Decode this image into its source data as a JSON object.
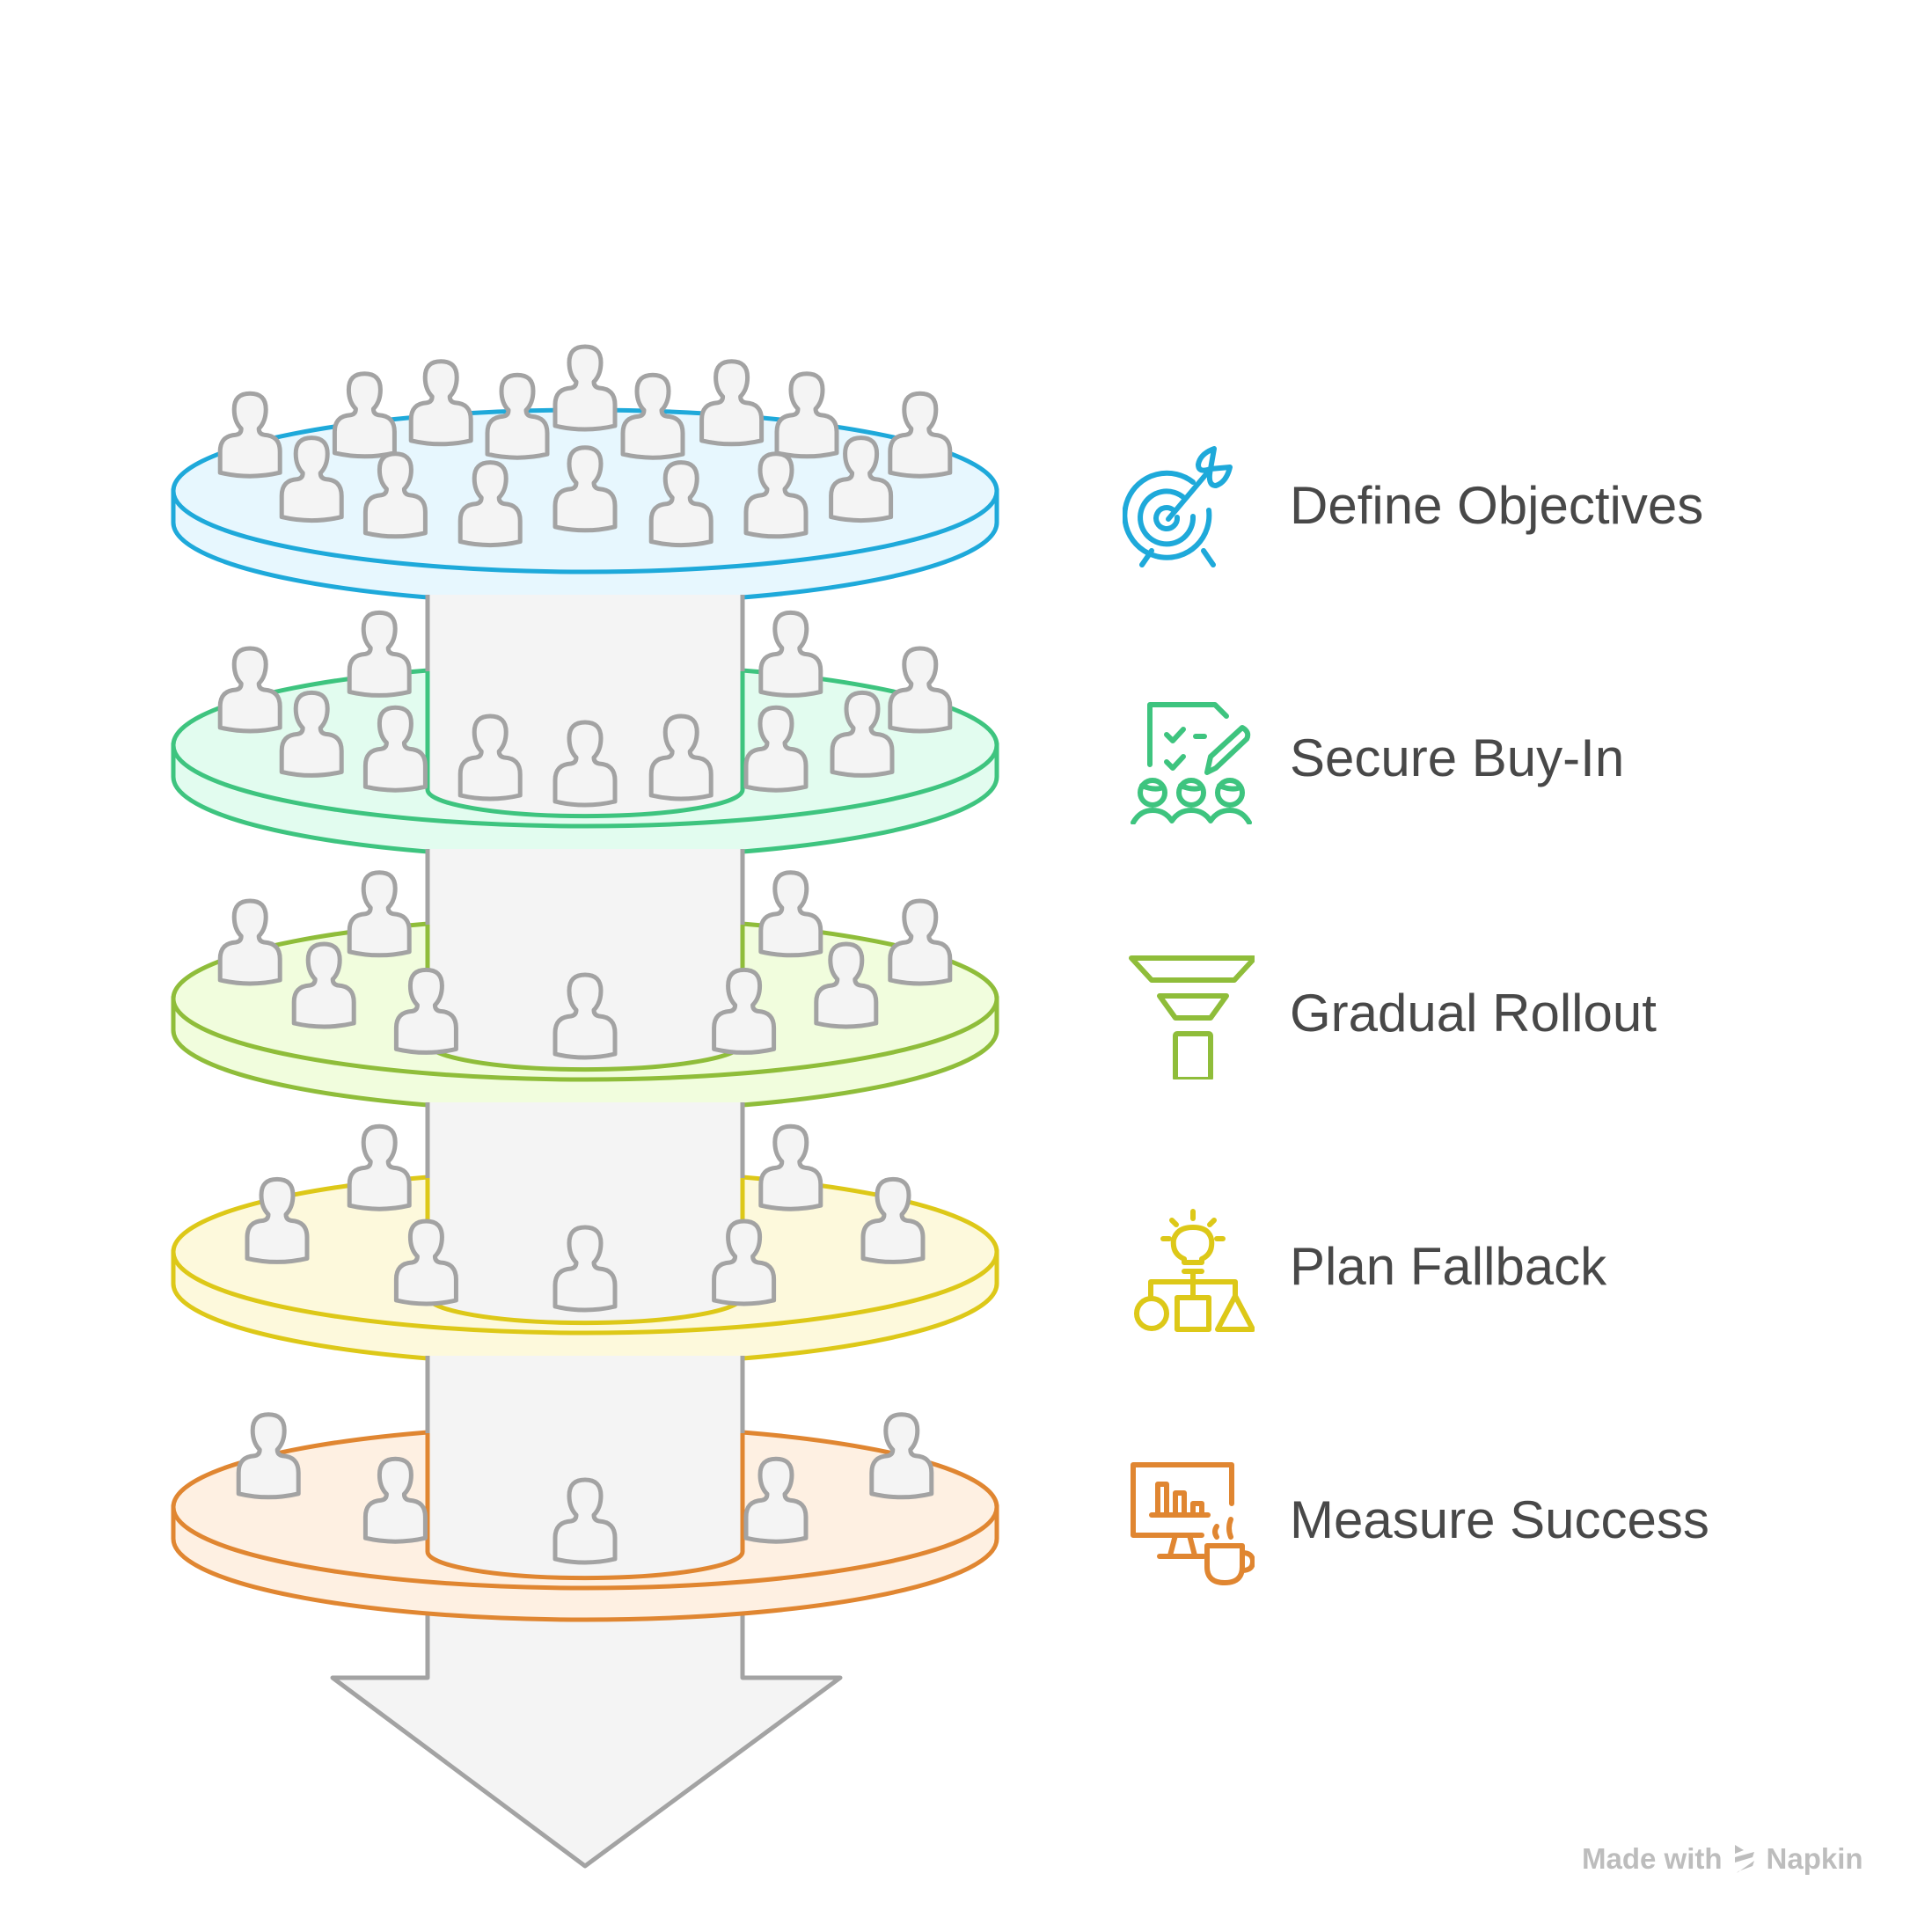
{
  "diagram": {
    "type": "stacked-disc-pillar",
    "flow_direction": "down",
    "colors": {
      "pillar_fill": "#f4f4f4",
      "pillar_stroke": "#a3a3a3",
      "person_fill": "#f4f4f4",
      "person_stroke": "#a3a3a3",
      "text": "#484848"
    },
    "levels": [
      {
        "label": "Define Objectives",
        "icon": "target-arrow-icon",
        "stroke": "#1ea9da",
        "fill": "#e7f7fe",
        "people": 16
      },
      {
        "label": "Secure Buy-In",
        "icon": "checklist-team-icon",
        "stroke": "#3ec47f",
        "fill": "#e2fcef",
        "people": 11
      },
      {
        "label": "Gradual Rollout",
        "icon": "funnel-icon",
        "stroke": "#8fbd3a",
        "fill": "#f1fddd",
        "people": 9
      },
      {
        "label": "Plan Fallback",
        "icon": "idea-flowchart-icon",
        "stroke": "#ddc818",
        "fill": "#fdf9dc",
        "people": 7
      },
      {
        "label": "Measure Success",
        "icon": "monitor-chart-coffee-icon",
        "stroke": "#e08631",
        "fill": "#fef0e2",
        "people": 5
      }
    ]
  },
  "watermark": {
    "prefix": "Made with",
    "brand": "Napkin",
    "color": "#bdbdbd"
  }
}
